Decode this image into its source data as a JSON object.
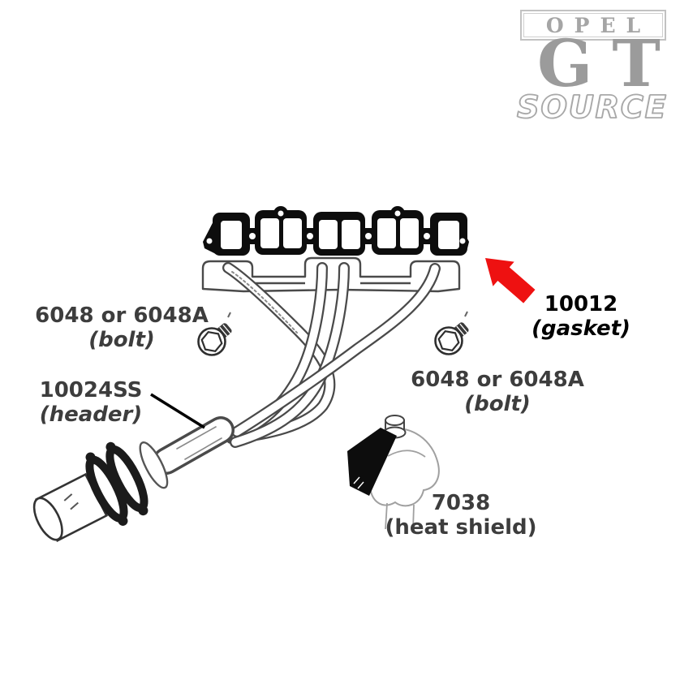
{
  "logo": {
    "opel": "OPEL",
    "gt": "GT",
    "source": "SOURCE"
  },
  "callouts": {
    "bolt_left": {
      "part": "6048 or 6048A",
      "name": "(bolt)"
    },
    "gasket": {
      "part": "10012",
      "name": "(gasket)"
    },
    "bolt_right": {
      "part": "6048 or 6048A",
      "name": "(bolt)"
    },
    "header": {
      "part": "10024SS",
      "name": "(header)"
    },
    "heat_shield": {
      "part": "7038",
      "name": "(heat shield)"
    }
  },
  "colors": {
    "arrow_red": "#ee1111",
    "label_gray": "#3d3d3d",
    "gasket_label_black": "#000000",
    "logo_gray": "#9b9b9b",
    "line_art": "#4a4a4a"
  },
  "icons": {
    "pointer": "red-arrow-icon"
  }
}
